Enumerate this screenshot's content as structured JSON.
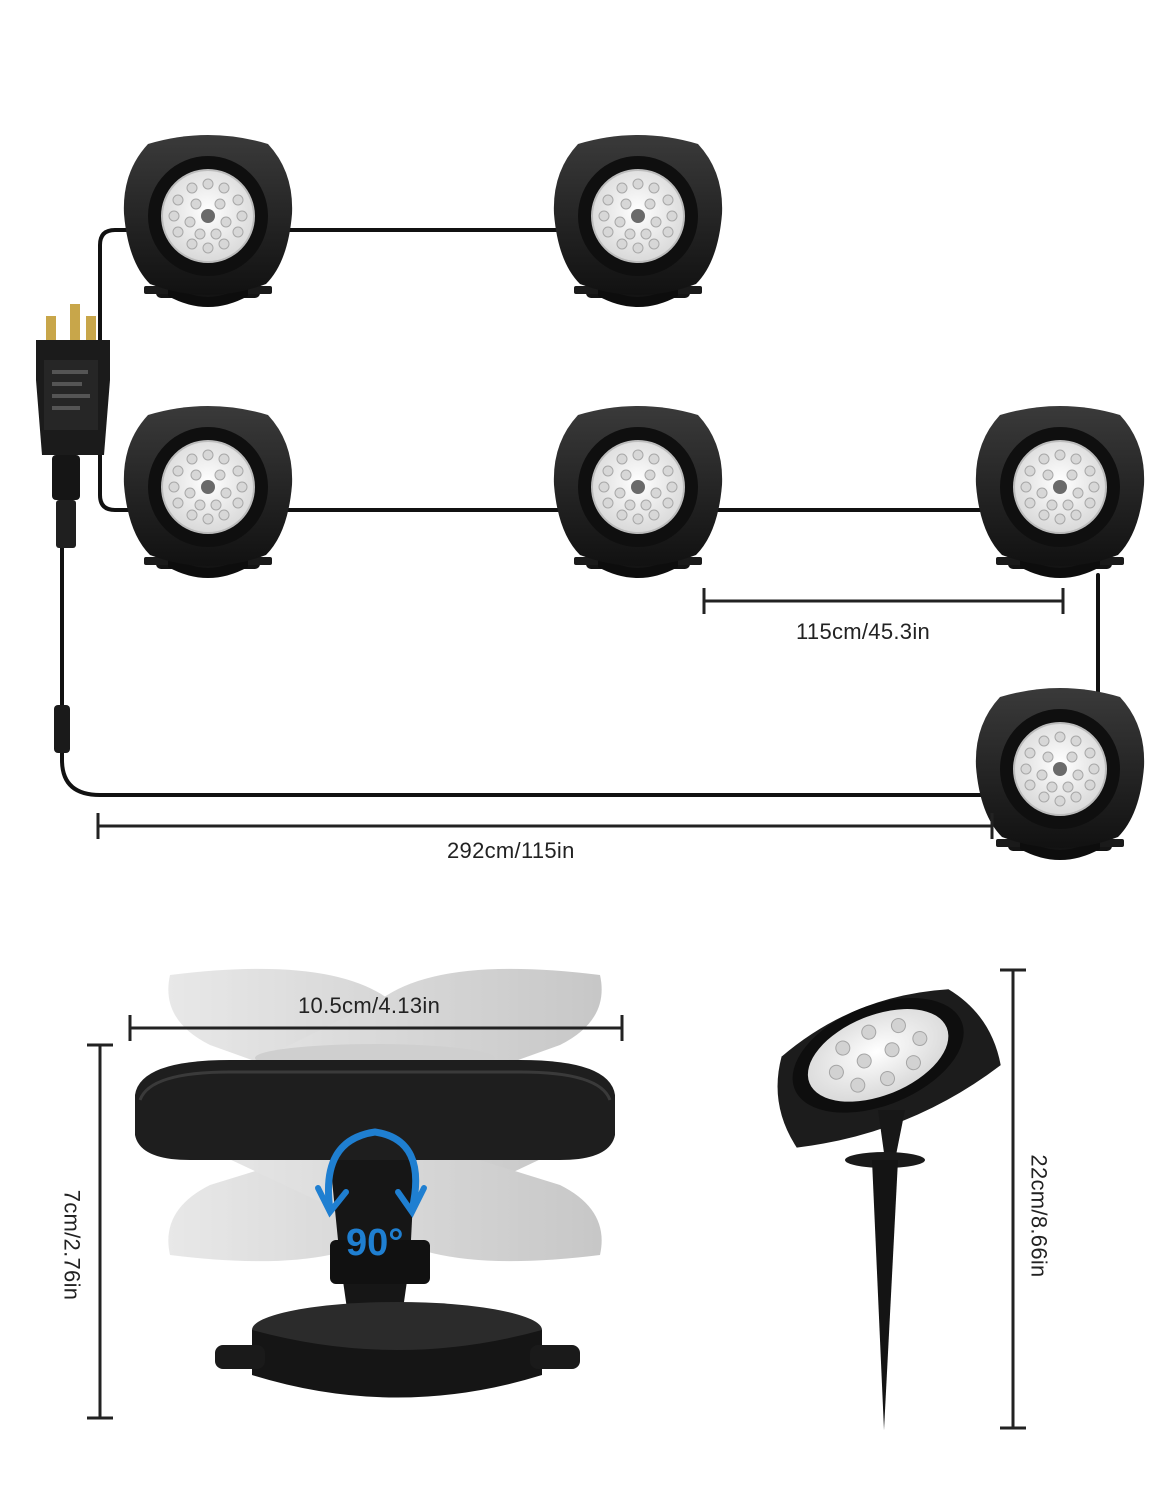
{
  "colors": {
    "background": "#ffffff",
    "lamp_body": "#1c1c1c",
    "cable": "#111111",
    "led_face": "#f2f2f2",
    "rotation_arrow": "#1f7fd1",
    "ghost_lamp": "#bdbdbd"
  },
  "layout_diagram": {
    "lamp_count": 6,
    "spacing_label": "115cm/45.3in",
    "total_length_label": "292cm/115in"
  },
  "bracket_view": {
    "width_label": "10.5cm/4.13in",
    "height_label": "7cm/2.76in",
    "rotation_label": "90°"
  },
  "stake_view": {
    "height_label": "22cm/8.66in"
  },
  "icons": [
    "power-adapter-icon",
    "cable-connector-icon",
    "rotation-arrow-icon"
  ]
}
